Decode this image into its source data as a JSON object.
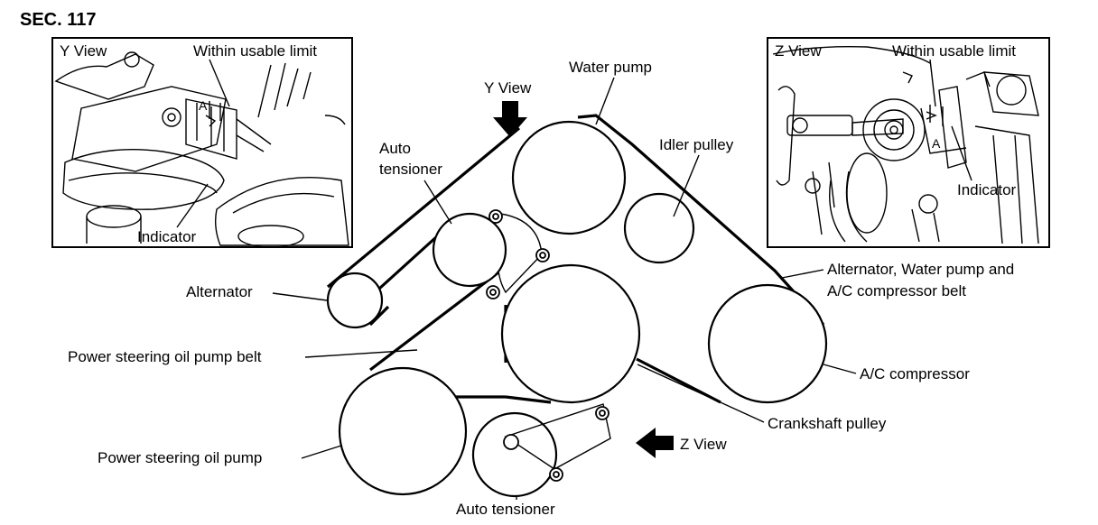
{
  "section": "SEC. 117",
  "y_view": {
    "title": "Y View",
    "within_label": "Within usable limit",
    "indicator_label": "Indicator",
    "a_label": "A",
    "arrow_label": "Y View"
  },
  "z_view": {
    "title": "Z View",
    "within_label": "Within usable limit",
    "indicator_label": "Indicator",
    "a_label": "A",
    "arrow_label": "Z View"
  },
  "labels": {
    "water_pump": "Water pump",
    "idler_pulley": "Idler pulley",
    "auto_tensioner_top_1": "Auto",
    "auto_tensioner_top_2": "tensioner",
    "alternator": "Alternator",
    "belt_main_1": "Alternator, Water pump and",
    "belt_main_2": "A/C compressor belt",
    "ps_belt": "Power steering oil pump belt",
    "ac_compressor": "A/C compressor",
    "crankshaft": "Crankshaft pulley",
    "ps_pump": "Power steering oil pump",
    "auto_tensioner_bottom": "Auto tensioner"
  }
}
